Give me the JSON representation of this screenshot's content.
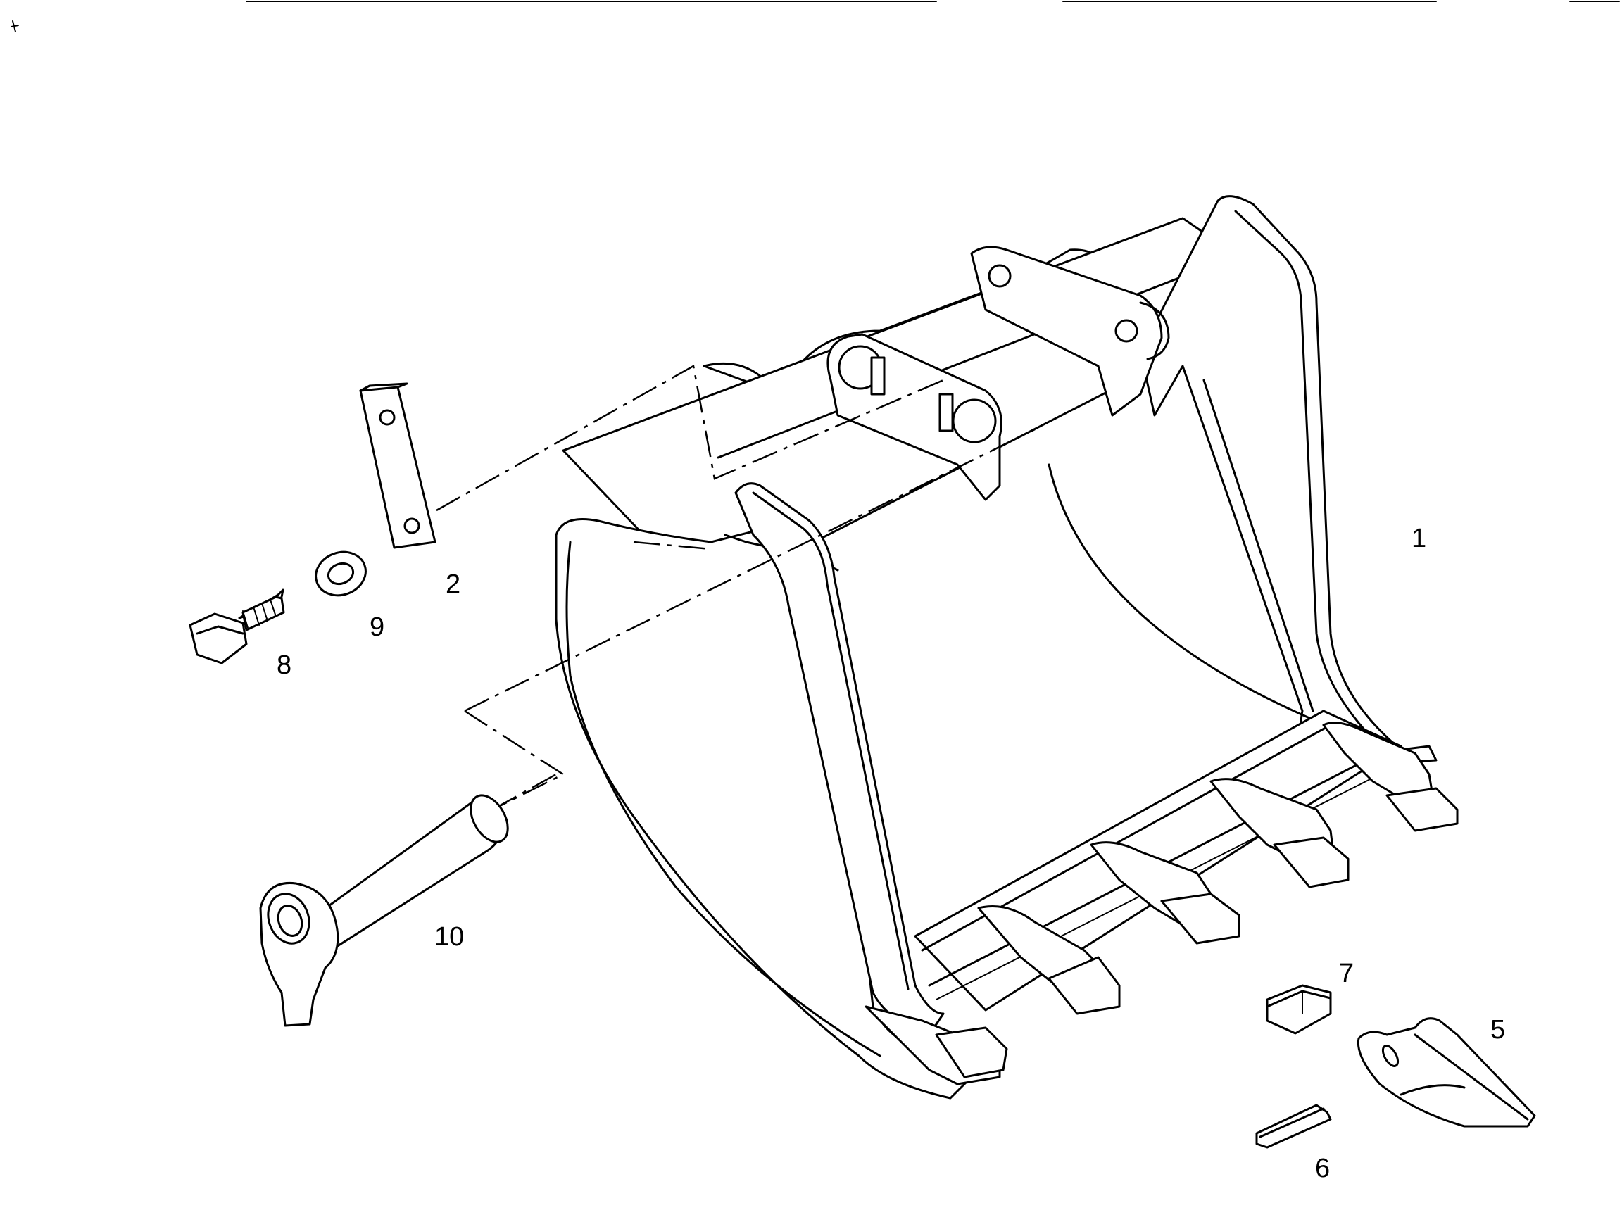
{
  "callouts": {
    "c1": "1",
    "c2": "2",
    "c5": "5",
    "c6": "6",
    "c7": "7",
    "c8": "8",
    "c9": "9",
    "c10": "10"
  },
  "colors": {
    "line": "#000000",
    "background": "#ffffff"
  }
}
